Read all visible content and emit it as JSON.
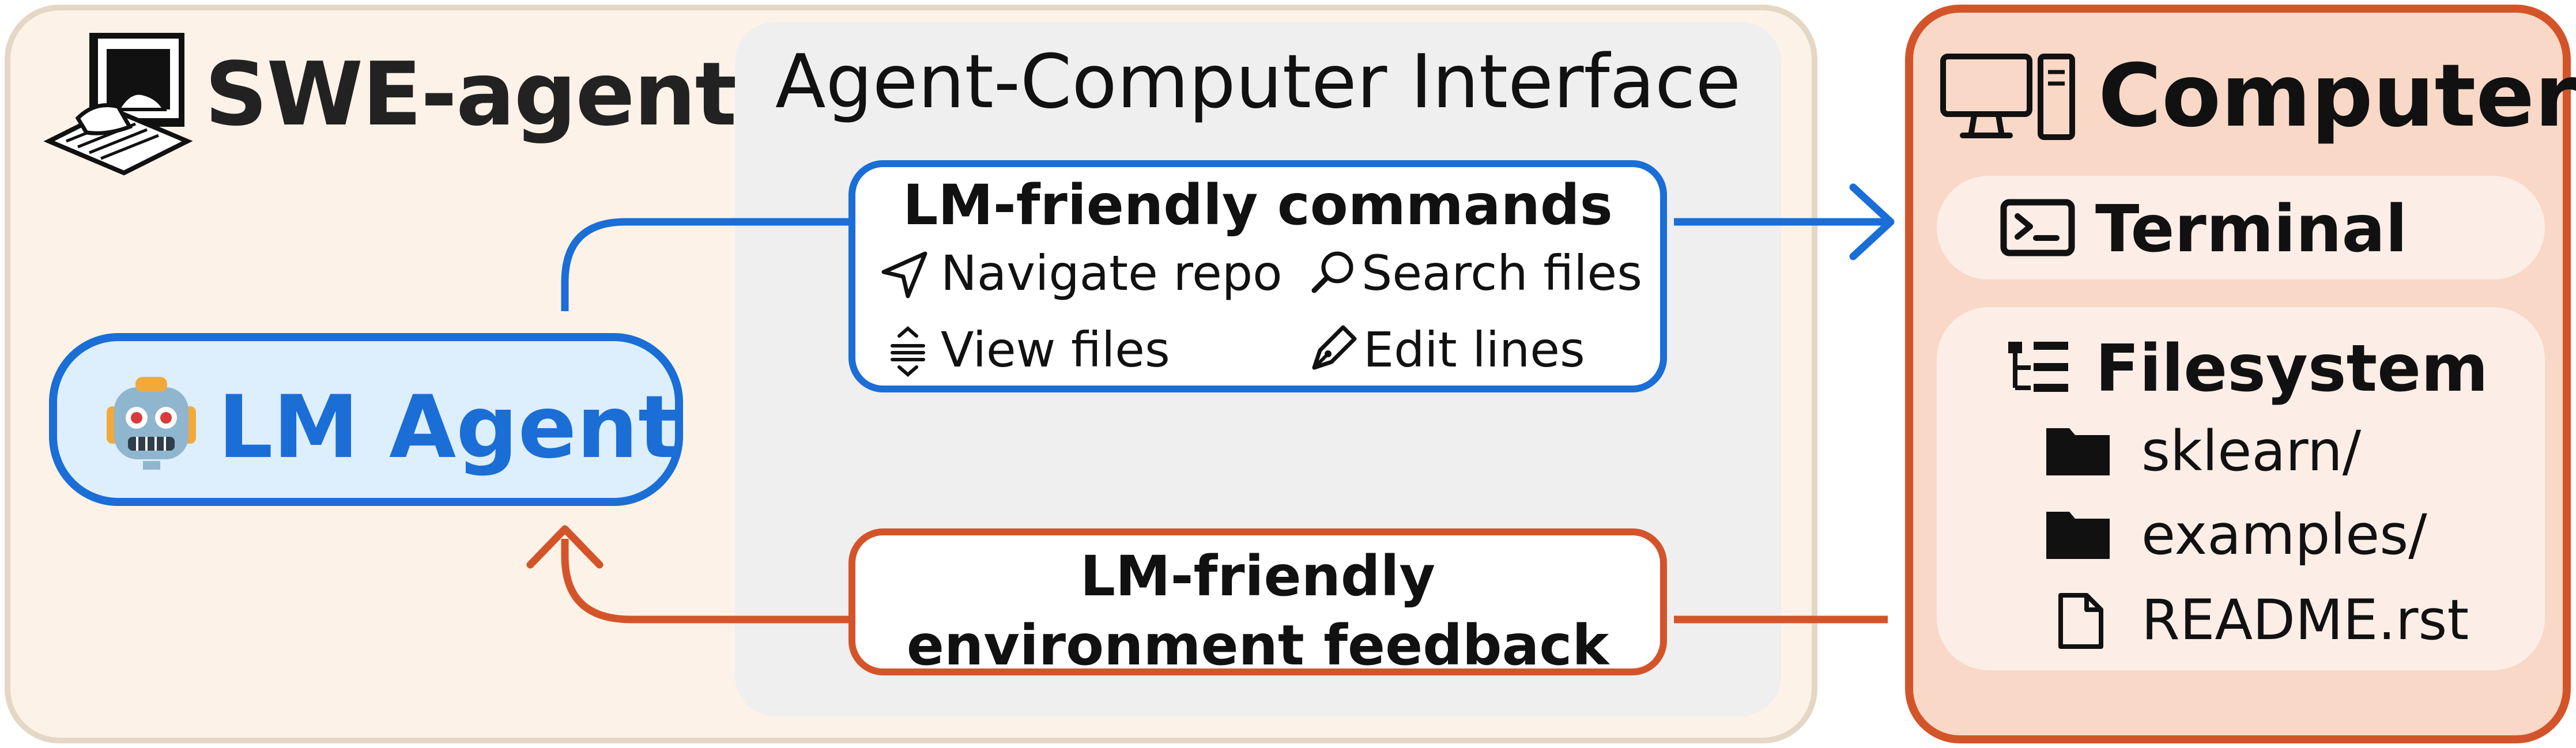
{
  "swe_agent": {
    "title": "SWE-agent",
    "icon": "hacker-at-computer-icon"
  },
  "aci": {
    "title": "Agent-Computer Interface"
  },
  "lm_agent": {
    "label": "LM Agent",
    "icon": "robot-face-icon",
    "color": "#1a6ed6"
  },
  "commands": {
    "title": "LM-friendly commands",
    "items": [
      {
        "label": "Navigate repo",
        "icon": "navigation-arrow-icon"
      },
      {
        "label": "Search files",
        "icon": "magnifier-icon"
      },
      {
        "label": "View files",
        "icon": "expand-lines-icon"
      },
      {
        "label": "Edit lines",
        "icon": "pen-nib-icon"
      }
    ]
  },
  "feedback": {
    "line1": "LM-friendly",
    "line2": "environment feedback",
    "color": "#d4542a"
  },
  "computer": {
    "title": "Computer",
    "icon": "desktop-computer-icon",
    "terminal": {
      "label": "Terminal",
      "icon": "terminal-prompt-icon"
    },
    "filesystem": {
      "label": "Filesystem",
      "icon": "file-tree-icon",
      "items": [
        {
          "name": "sklearn/",
          "icon": "folder-icon"
        },
        {
          "name": "examples/",
          "icon": "folder-icon"
        },
        {
          "name": "README.rst",
          "icon": "file-icon"
        }
      ]
    }
  }
}
